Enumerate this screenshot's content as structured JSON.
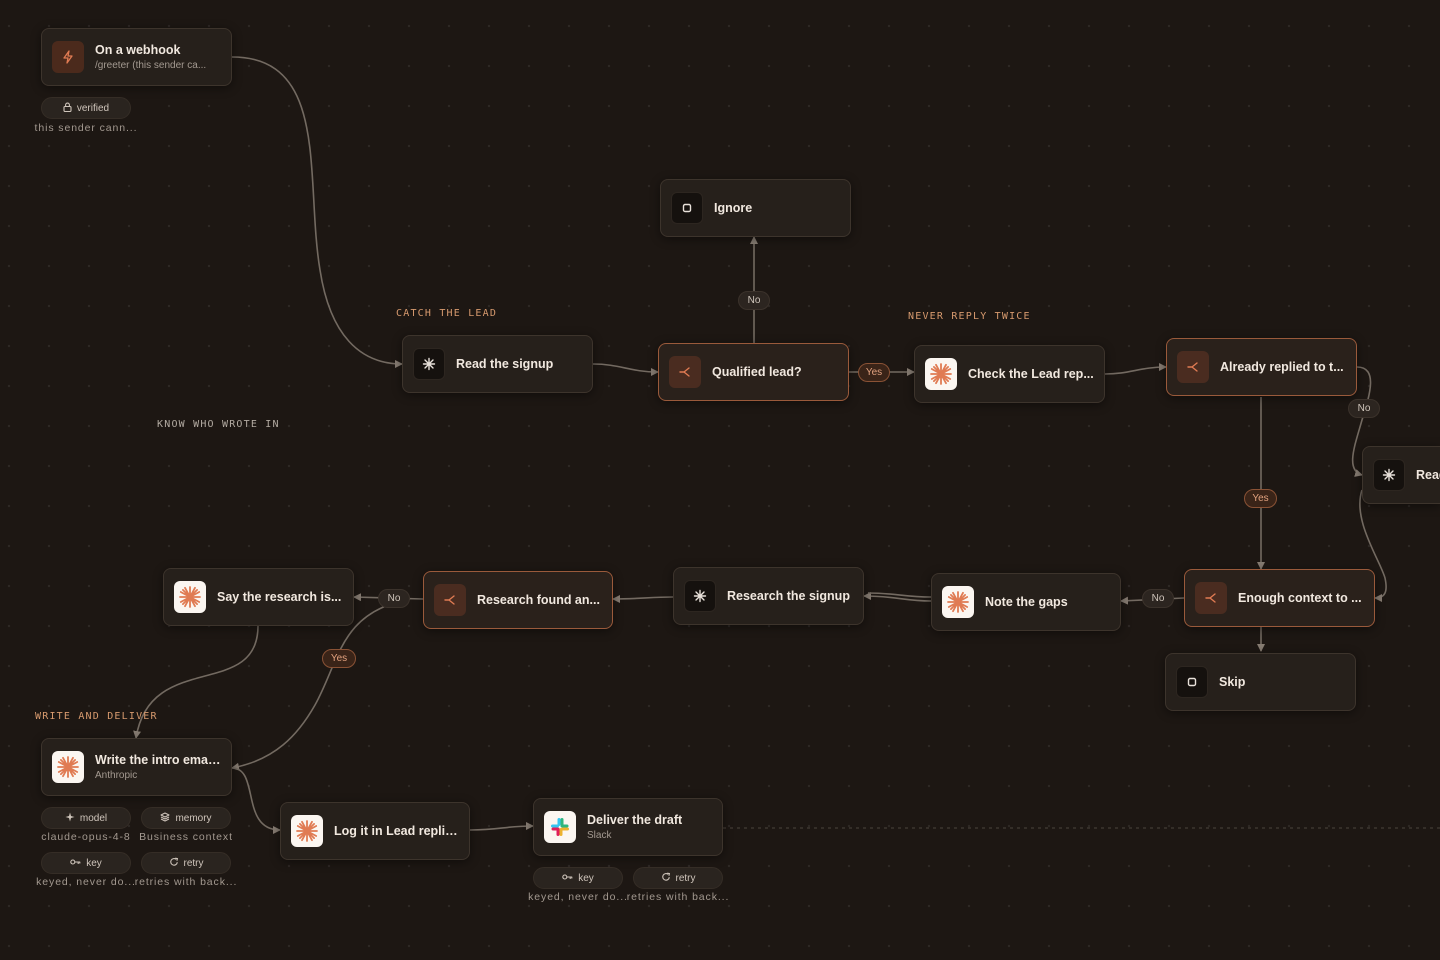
{
  "groups": {
    "catch_the_lead": "CATCH THE LEAD",
    "never_reply_twice": "NEVER REPLY TWICE",
    "know_who_wrote_in": "KNOW WHO WROTE IN",
    "write_and_deliver": "WRITE AND DELIVER"
  },
  "colors": {
    "canvas": "#1d1713",
    "node": "#26201b",
    "accent": "#e07b53",
    "group_label": "#d79a6e",
    "group_label_muted": "#b3aba2",
    "edge": "#736a61"
  },
  "nodes": {
    "webhook": {
      "title": "On a webhook",
      "subtitle": "/greeter (this sender ca...",
      "icon": "bolt-icon"
    },
    "read_signup": {
      "title": "Read the signup",
      "icon": "sparkle-icon"
    },
    "qualified": {
      "title": "Qualified lead?",
      "icon": "branch-icon"
    },
    "ignore": {
      "title": "Ignore",
      "icon": "stop-icon"
    },
    "check_lead": {
      "title": "Check the Lead rep...",
      "icon": "anthropic-icon"
    },
    "already_replied": {
      "title": "Already replied to t...",
      "icon": "branch-icon"
    },
    "read_partial": {
      "title": "Read",
      "icon": "sparkle-icon"
    },
    "enough_context": {
      "title": "Enough context to ...",
      "icon": "branch-icon"
    },
    "skip": {
      "title": "Skip",
      "icon": "stop-icon"
    },
    "note_gaps": {
      "title": "Note the gaps",
      "icon": "anthropic-icon"
    },
    "research_signup": {
      "title": "Research the signup",
      "icon": "sparkle-icon"
    },
    "research_found": {
      "title": "Research found an...",
      "icon": "branch-icon"
    },
    "say_research": {
      "title": "Say the research is...",
      "icon": "anthropic-icon"
    },
    "write_intro": {
      "title": "Write the intro emai...",
      "subtitle": "Anthropic",
      "icon": "anthropic-icon"
    },
    "log_it": {
      "title": "Log it in Lead replies",
      "icon": "anthropic-icon"
    },
    "deliver": {
      "title": "Deliver the draft",
      "subtitle": "Slack",
      "icon": "slack-icon"
    }
  },
  "edge_labels": {
    "qualified_no": "No",
    "qualified_yes": "Yes",
    "already_no": "No",
    "already_yes": "Yes",
    "enough_no": "No",
    "research_no": "No",
    "research_yes": "Yes"
  },
  "chips": {
    "webhook_verified": {
      "label": "verified",
      "value": "this sender cann...",
      "icon": "lock-icon"
    },
    "write_model": {
      "label": "model",
      "value": "claude-opus-4-8",
      "icon": "model-icon"
    },
    "write_memory": {
      "label": "memory",
      "value": "Business context",
      "icon": "memory-icon"
    },
    "write_key": {
      "label": "key",
      "value": "keyed, never do...",
      "icon": "key-icon"
    },
    "write_retry": {
      "label": "retry",
      "value": "retries with back...",
      "icon": "retry-icon"
    },
    "deliver_key": {
      "label": "key",
      "value": "keyed, never do...",
      "icon": "key-icon"
    },
    "deliver_retry": {
      "label": "retry",
      "value": "retries with back...",
      "icon": "retry-icon"
    }
  }
}
